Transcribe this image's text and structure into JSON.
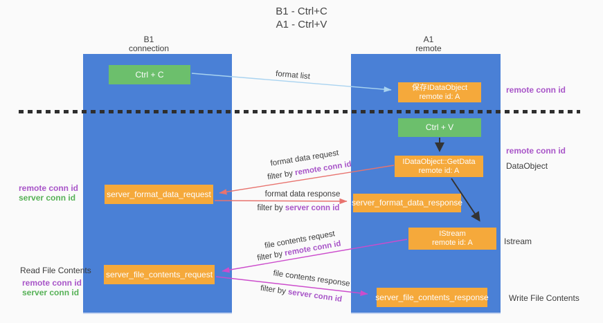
{
  "title": {
    "line1": "B1 - Ctrl+C",
    "line2": "A1 - Ctrl+V"
  },
  "columns": {
    "left": {
      "name": "B1",
      "role": "connection"
    },
    "right": {
      "name": "A1",
      "role": "remote"
    }
  },
  "boxes": {
    "ctrl_c": "Ctrl + C",
    "save_obj1": "保存IDataObject",
    "save_obj2": "remote id: A",
    "ctrl_v": "Ctrl + V",
    "getdata1": "IDataObject::GetData",
    "getdata2": "remote id: A",
    "format_request": "server_format_data_request",
    "format_response": "server_format_data_response",
    "istream1": "IStream",
    "istream2": "remote id: A",
    "file_request": "server_file_contents_request",
    "file_response": "server_file_contents_response"
  },
  "arrows": {
    "format_list": "format list",
    "format_data_request": "format data request",
    "format_data_response": "format data response",
    "file_contents_request": "file contents request",
    "file_contents_response": "file contents response",
    "filter_by": "filter by ",
    "remote_conn_id": "remote conn id",
    "server_conn_id": "server conn id"
  },
  "side": {
    "remote_top": "remote conn id",
    "remote_mid": "remote conn id",
    "dataobject": "DataObject",
    "istream": "Istream",
    "write_file": "Write File Contents",
    "read_file": "Read File Contents",
    "left1_remote": "remote conn id",
    "left1_server": "server conn id",
    "left2_remote": "remote conn id",
    "left2_server": "server conn id"
  },
  "colors": {
    "column_blue": "#4a80d6",
    "box_orange": "#f5a93b",
    "box_green": "#6cbf6c",
    "arrow_blue": "#a9d3f0",
    "arrow_red": "#e8736e",
    "arrow_magenta": "#cc4ccc",
    "arrow_black": "#333333",
    "text_purple": "#a855c8",
    "text_green": "#56b156"
  }
}
